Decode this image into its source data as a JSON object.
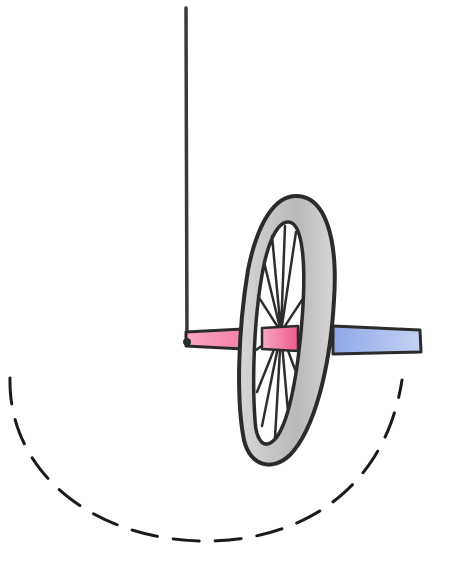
{
  "diagram": {
    "subject": "gyroscope-wheel-on-string",
    "colors": {
      "outline": "#2b2b2b",
      "string": "#3a3a3a",
      "tire": "#b9b9b9",
      "tire_highlight": "#d6d6d6",
      "rim_inner": "#ffffff",
      "spoke": "#2e2e2e",
      "axle_left": "#f05a8a",
      "axle_left_light": "#f7a7c2",
      "axle_right": "#8fa6e8",
      "axle_right_light": "#c6d2f3",
      "precession_path": "#1a1a1a"
    },
    "icons": {
      "wheel": "wheel-icon",
      "string": "string-line",
      "axle": "axle-rod",
      "path": "dashed-precession-arc"
    }
  }
}
